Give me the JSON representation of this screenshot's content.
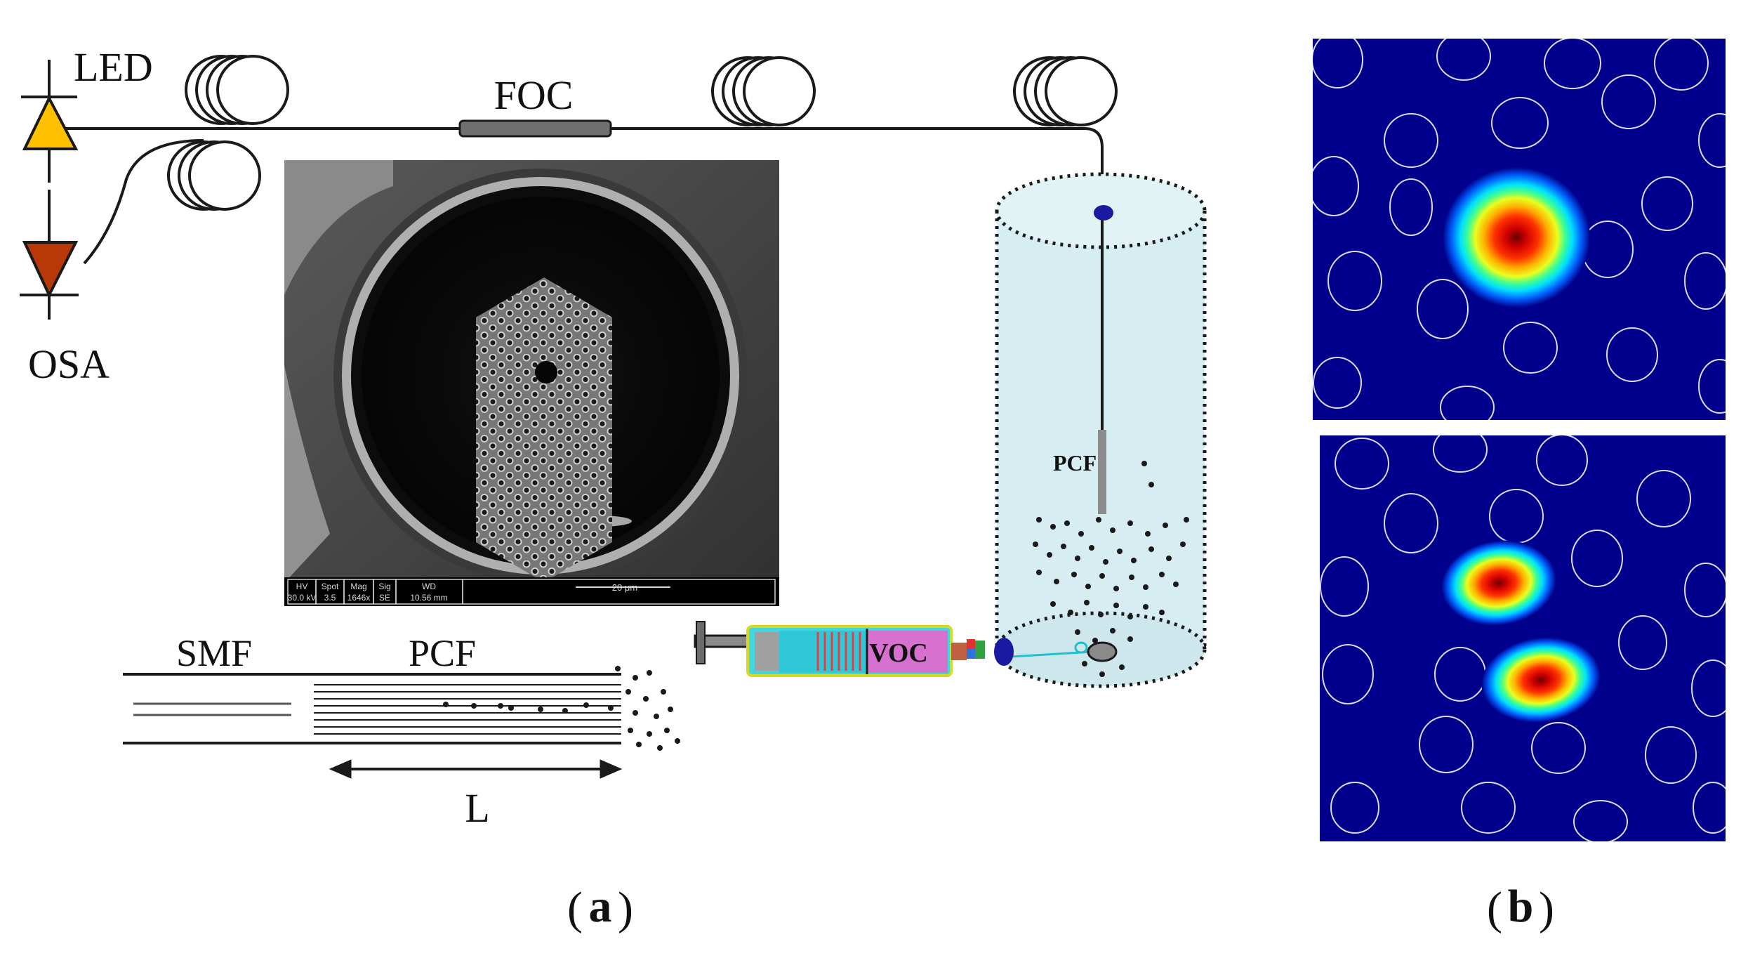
{
  "labels": {
    "led": "LED",
    "osa": "OSA",
    "foc": "FOC",
    "pcf_vertical": "PCF",
    "smf": "SMF",
    "pcf_schematic": "PCF",
    "length": "L",
    "voc": "VOC"
  },
  "sem_info": {
    "headers": [
      "HV",
      "Spot",
      "Mag",
      "Sig",
      "WD"
    ],
    "values": [
      "30.0 kV",
      "3.5",
      "1646x",
      "SE",
      "10.56 mm"
    ],
    "scale": "20 μm"
  },
  "panels": {
    "a_letter": "a",
    "b_letter": "b",
    "open_paren": "(",
    "close_paren": ")"
  },
  "colors": {
    "led": "#ffc000",
    "osa": "#b83808",
    "mode_background": "#00008c",
    "container": "#d6eef2",
    "fiber": "#1a1a1a"
  },
  "icons": {
    "led": "led-diode-icon",
    "osa": "osa-detector-icon",
    "syringe": "syringe-pump-icon",
    "coil": "fiber-coil-icon"
  }
}
